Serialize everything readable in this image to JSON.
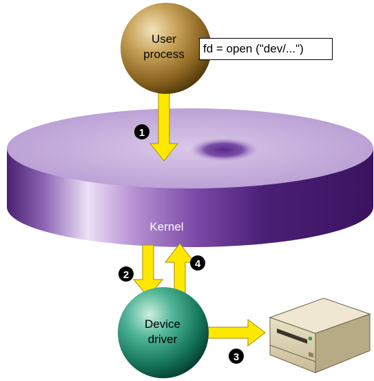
{
  "user_process": {
    "line1": "User",
    "line2": "process"
  },
  "call_label": "fd = open (\"dev/...\")",
  "kernel_label": "Kernel",
  "device_driver": {
    "line1": "Device",
    "line2": "driver"
  },
  "steps": [
    "1",
    "2",
    "3",
    "4"
  ],
  "colors": {
    "arrow": "#ffe800",
    "disk_top": "#c9aee0",
    "disk_side": "#6e3a95",
    "user_sphere": "#a07a28",
    "driver_sphere": "#1f8a6e",
    "badge": "#000000"
  },
  "icons": [
    "computer-drive-icon"
  ]
}
